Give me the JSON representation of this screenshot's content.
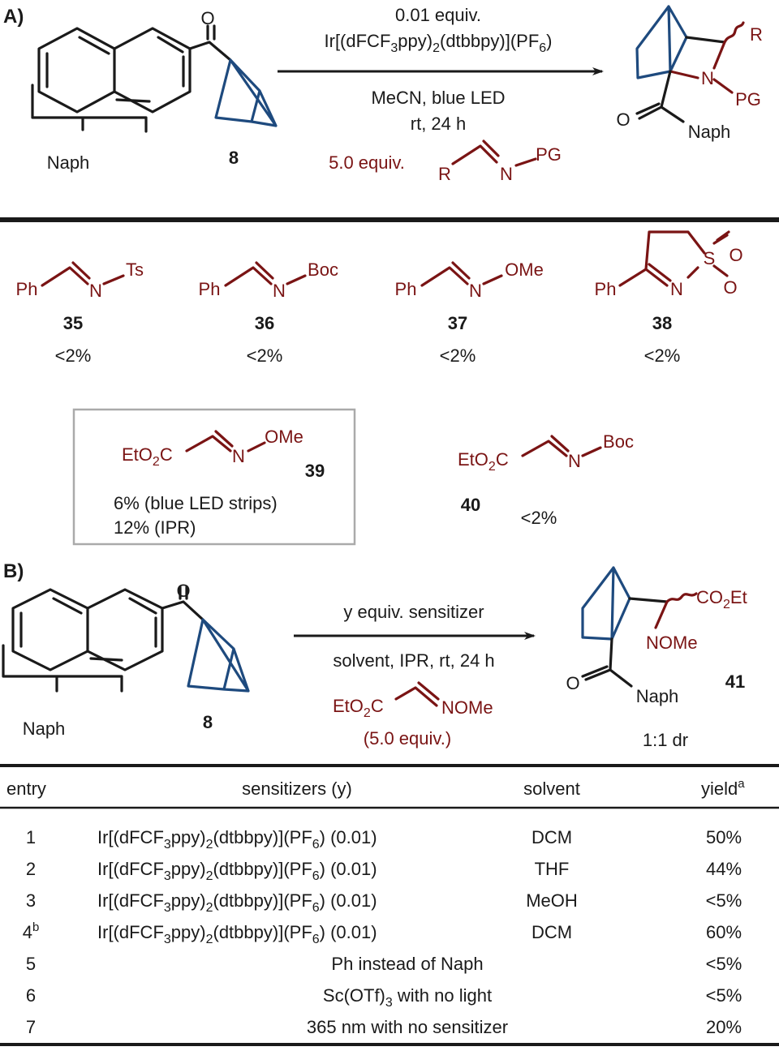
{
  "colors": {
    "black": "#1a1a1a",
    "reagent_red": "#7a1414",
    "bcb_blue": "#1e4a7e",
    "box_gray": "#aaaaaa"
  },
  "part_a": {
    "label": "A)",
    "naph_label": "Naph",
    "substrate_number": "8",
    "ketone_o": "O",
    "conditions": {
      "line1": "0.01 equiv.",
      "catalyst": {
        "pre": "Ir[(dFCF",
        "sub1": "3",
        "mid": "ppy)",
        "sub2": "2",
        "mid2": "(dtbbpy)](PF",
        "sub3": "6",
        "post": ")"
      },
      "line3": "MeCN, blue LED",
      "line4": "rt, 24 h",
      "equiv": "5.0 equiv."
    },
    "imine": {
      "r": "R",
      "n": "N",
      "pg": "PG"
    },
    "product": {
      "r": "R",
      "n": "N",
      "pg": "PG",
      "o": "O",
      "naph": "Naph"
    }
  },
  "substrates": [
    {
      "number": "35",
      "yield": "<2%",
      "ph": "Ph",
      "n": "N",
      "group": "Ts"
    },
    {
      "number": "36",
      "yield": "<2%",
      "ph": "Ph",
      "n": "N",
      "group": "Boc"
    },
    {
      "number": "37",
      "yield": "<2%",
      "ph": "Ph",
      "n": "N",
      "group": "OMe"
    },
    {
      "number": "38",
      "yield": "<2%",
      "ph": "Ph",
      "n": "N",
      "s": "S",
      "o": "O"
    },
    {
      "number": "39",
      "eto2c": {
        "pre": "EtO",
        "sub": "2",
        "post": "C"
      },
      "n": "N",
      "group": "OMe",
      "yield_line1": "6% (blue LED strips)",
      "yield_line2": "12% (IPR)"
    },
    {
      "number": "40",
      "yield": "<2%",
      "eto2c": {
        "pre": "EtO",
        "sub": "2",
        "post": "C"
      },
      "n": "N",
      "group": "Boc"
    }
  ],
  "part_b": {
    "label": "B)",
    "naph_label": "Naph",
    "substrate_number": "8",
    "ketone_o": "O",
    "conditions": {
      "line1": "y equiv. sensitizer",
      "line2": "solvent, IPR, rt, 24 h",
      "reagent": {
        "pre": "EtO",
        "sub": "2",
        "post": "C",
        "nome": "NOMe"
      },
      "equiv": "(5.0 equiv.)"
    },
    "product": {
      "co2et": {
        "pre": "CO",
        "sub": "2",
        "post": "Et"
      },
      "nome": "NOMe",
      "o": "O",
      "naph": "Naph",
      "number": "41",
      "dr": "1:1 dr"
    }
  },
  "table": {
    "headers": {
      "entry": "entry",
      "sensitizers": "sensitizers (y)",
      "solvent": "solvent",
      "yield": "yield",
      "yield_sup": "a"
    },
    "rows": [
      {
        "entry": "1",
        "sup": "",
        "sens": {
          "pre": "Ir[(dFCF",
          "s1": "3",
          "m1": "ppy)",
          "s2": "2",
          "m2": "(dtbbpy)](PF",
          "s3": "6",
          "post": ") (0.01)"
        },
        "solvent": "DCM",
        "yield": "50%"
      },
      {
        "entry": "2",
        "sup": "",
        "sens": {
          "pre": "Ir[(dFCF",
          "s1": "3",
          "m1": "ppy)",
          "s2": "2",
          "m2": "(dtbbpy)](PF",
          "s3": "6",
          "post": ") (0.01)"
        },
        "solvent": "THF",
        "yield": "44%"
      },
      {
        "entry": "3",
        "sup": "",
        "sens": {
          "pre": "Ir[(dFCF",
          "s1": "3",
          "m1": "ppy)",
          "s2": "2",
          "m2": "(dtbbpy)](PF",
          "s3": "6",
          "post": ") (0.01)"
        },
        "solvent": "MeOH",
        "yield": "<5%"
      },
      {
        "entry": "4",
        "sup": "b",
        "sens": {
          "pre": "Ir[(dFCF",
          "s1": "3",
          "m1": "ppy)",
          "s2": "2",
          "m2": "(dtbbpy)](PF",
          "s3": "6",
          "post": ") (0.01)"
        },
        "solvent": "DCM",
        "yield": "60%"
      },
      {
        "entry": "5",
        "sup": "",
        "merged": {
          "pre": "Ph instead of Naph",
          "sub": "",
          "post": ""
        },
        "yield": "<5%"
      },
      {
        "entry": "6",
        "sup": "",
        "merged": {
          "pre": "Sc(OTf)",
          "sub": "3",
          "post": " with no light"
        },
        "yield": "<5%"
      },
      {
        "entry": "7",
        "sup": "",
        "merged": {
          "pre": "365 nm with no sensitizer",
          "sub": "",
          "post": ""
        },
        "yield": "20%"
      }
    ]
  }
}
